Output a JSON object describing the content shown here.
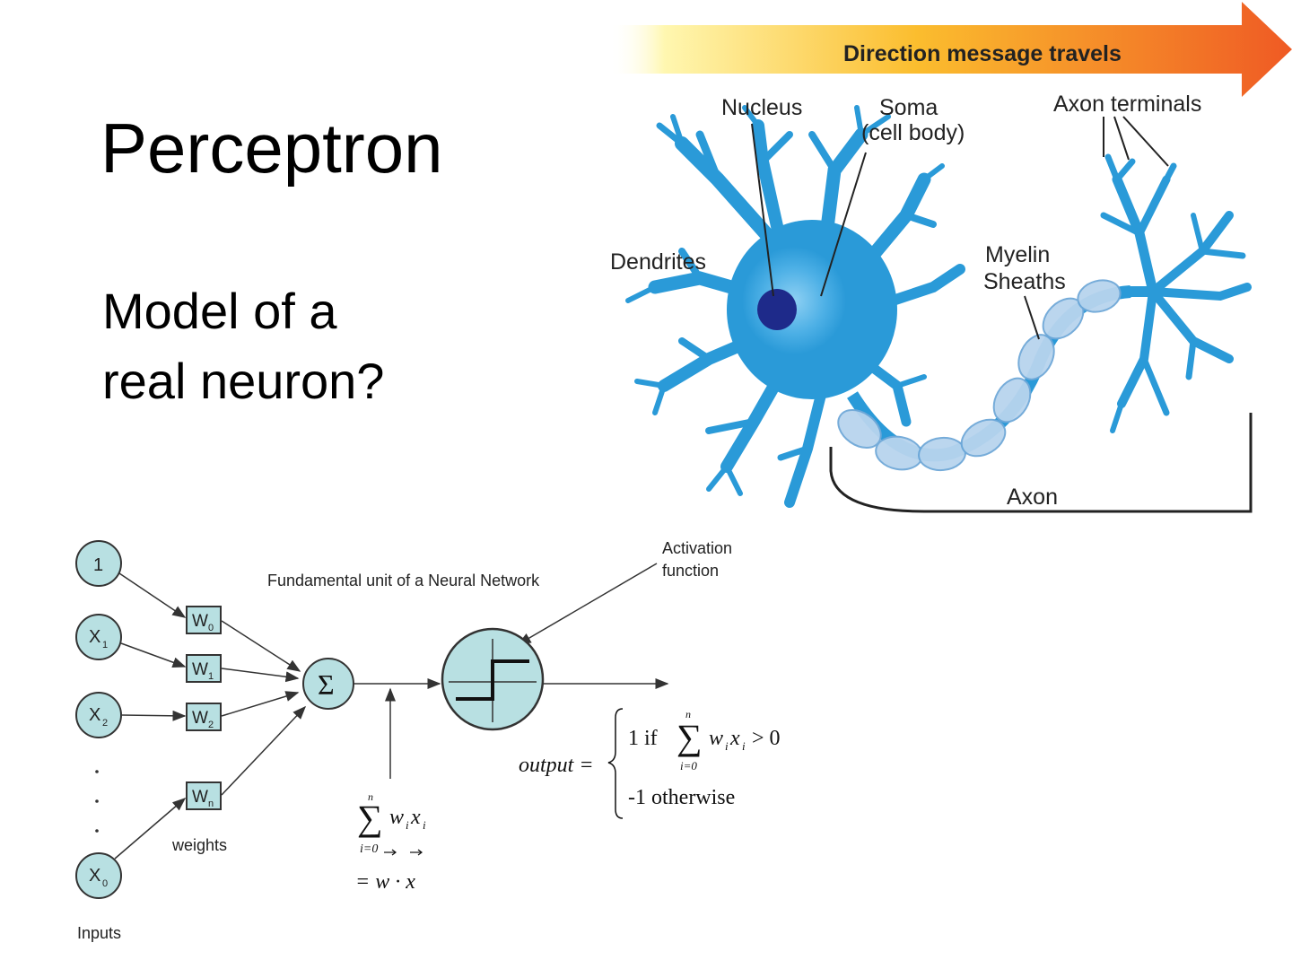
{
  "slide": {
    "title": "Perceptron",
    "subtitle_line1": "Model of a",
    "subtitle_line2": "real neuron?"
  },
  "neuron": {
    "direction_label": "Direction message travels",
    "nucleus": "Nucleus",
    "soma_line1": "Soma",
    "soma_line2": "(cell body)",
    "axon_terminals": "Axon terminals",
    "dendrites": "Dendrites",
    "myelin_line1": "Myelin",
    "myelin_line2": "Sheaths",
    "axon": "Axon",
    "colors": {
      "cell": "#2a9ad8",
      "nucleus": "#1e2a8a",
      "myelin": "#b8d4ee",
      "arrow_start": "#fff7b0",
      "arrow_mid": "#fbbd2e",
      "arrow_end": "#ef5a24"
    }
  },
  "perceptron": {
    "heading": "Fundamental unit of a Neural Network",
    "activation_line1": "Activation",
    "activation_line2": "function",
    "inputs": [
      {
        "label": "1",
        "sub": ""
      },
      {
        "label": "X",
        "sub": "1"
      },
      {
        "label": "X",
        "sub": "2"
      },
      {
        "label": "X",
        "sub": "0"
      }
    ],
    "weights": [
      {
        "label": "W",
        "sub": "0"
      },
      {
        "label": "W",
        "sub": "1"
      },
      {
        "label": "W",
        "sub": "2"
      },
      {
        "label": "W",
        "sub": "n"
      }
    ],
    "weights_label": "weights",
    "inputs_label": "Inputs",
    "sum_symbol": "Σ",
    "sum_formula": {
      "sigma": "∑",
      "upper": "n",
      "lower": "i=0",
      "body": "w",
      "body_sub": "i",
      "body2": "x",
      "body2_sub": "i",
      "equals": "= w · x"
    },
    "output_formula": {
      "lhs": "output =",
      "case1_prefix": "1  if",
      "case1_sigma": "∑",
      "case1_upper": "n",
      "case1_lower": "i=0",
      "case1_body": "w",
      "case1_body_sub": "i",
      "case1_body2": "x",
      "case1_body2_sub": "i",
      "case1_cmp": "> 0",
      "case2": "-1 otherwise"
    },
    "colors": {
      "node_fill": "#b8e0e2",
      "stroke": "#333333"
    }
  }
}
